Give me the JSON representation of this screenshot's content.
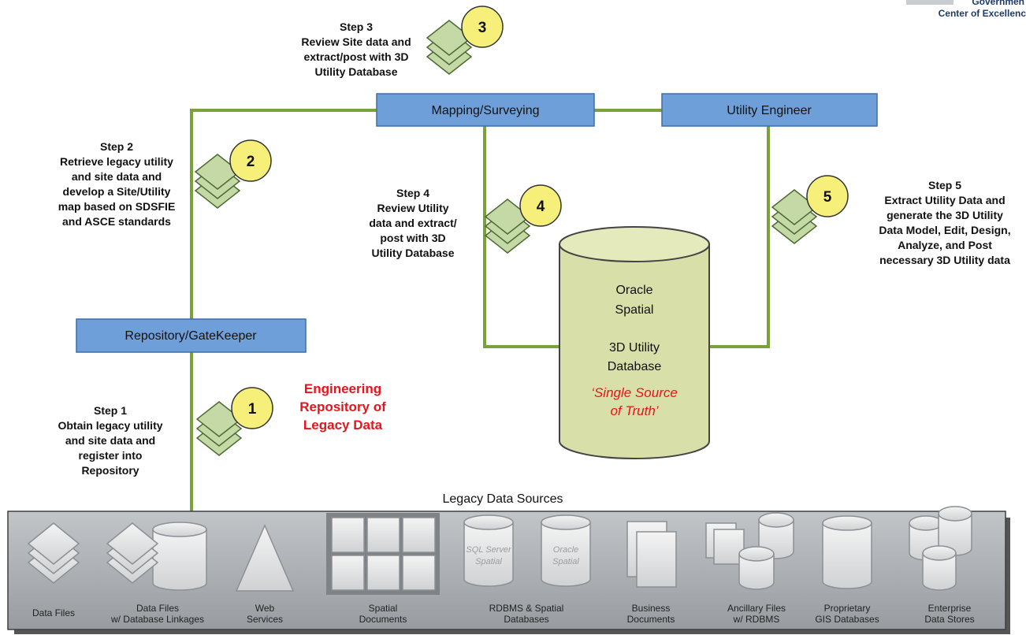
{
  "logo": {
    "line1": "Governmen",
    "line2": "Center of Excellenc"
  },
  "boxes": {
    "mapping": "Mapping/Surveying",
    "engineer": "Utility Engineer",
    "repository": "Repository/GateKeeper"
  },
  "database": {
    "line1": "Oracle",
    "line2": "Spatial",
    "line3": "3D  Utility",
    "line4": "Database",
    "tag1": "‘Single Source",
    "tag2": "of Truth’"
  },
  "engineering": {
    "line1": "Engineering",
    "line2": "Repository of",
    "line3": "Legacy Data"
  },
  "steps": [
    {
      "number": "1",
      "lines": [
        "Step 1",
        "Obtain legacy utility",
        "and site data and",
        "register into",
        "Repository"
      ]
    },
    {
      "number": "2",
      "lines": [
        "Step 2",
        "Retrieve legacy utility",
        "and site data and",
        "develop a Site/Utility",
        "map based on SDSFIE",
        "and ASCE standards"
      ]
    },
    {
      "number": "3",
      "lines": [
        "Step 3",
        "Review Site data and",
        "extract/post with 3D",
        "Utility Database"
      ]
    },
    {
      "number": "4",
      "lines": [
        "Step 4",
        "Review Utility",
        "data and extract/",
        "post with 3D",
        "Utility Database"
      ]
    },
    {
      "number": "5",
      "lines": [
        "Step 5",
        "Extract Utility Data and",
        "generate the 3D Utility",
        "Data Model, Edit, Design,",
        "Analyze, and Post",
        "necessary 3D Utility data"
      ]
    }
  ],
  "sources": {
    "title": "Legacy Data Sources",
    "items": [
      {
        "lines": [
          "Data Files"
        ]
      },
      {
        "lines": [
          "Data Files",
          "w/ Database Linkages"
        ]
      },
      {
        "lines": [
          "Web",
          "Services"
        ]
      },
      {
        "lines": [
          "Spatial",
          "Documents"
        ]
      },
      {
        "lines": [
          "RDBMS & Spatial",
          "Databases"
        ],
        "db1": "SQL Server",
        "db1b": "Spatial",
        "db2": "Oracle",
        "db2b": "Spatial"
      },
      {
        "lines": [
          "Business",
          "Documents"
        ]
      },
      {
        "lines": [
          "Ancillary Files",
          "w/ RDBMS"
        ]
      },
      {
        "lines": [
          "Proprietary",
          "GIS Databases"
        ]
      },
      {
        "lines": [
          "Enterprise",
          "Data Stores"
        ]
      }
    ]
  },
  "colors": {
    "connector": "#7aa23a",
    "box_fill": "#6f9fd8",
    "db_fill": "#d8dfa8",
    "layer_fill": "#c4d9a6",
    "circle_fill": "#f6f07a",
    "band_fill": "#a8abae"
  }
}
